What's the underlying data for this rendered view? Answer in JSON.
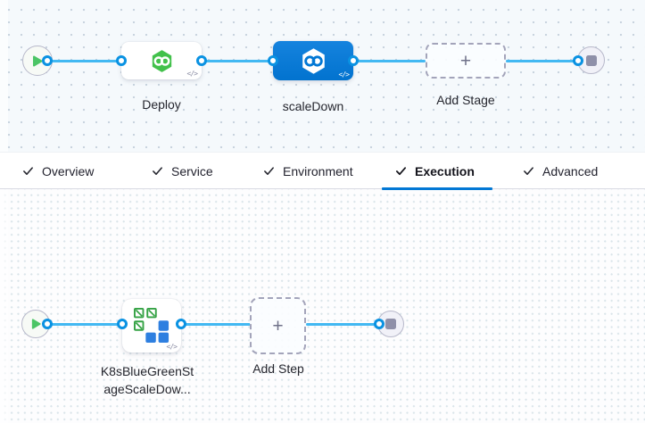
{
  "colors": {
    "selected_stage_blue": "#0278d5",
    "connector_line_blue": "#42b8f2",
    "port_ring_blue": "#0a92e2",
    "active_tab_underline": "#0278d5",
    "harness_cd_green": "#42c14b",
    "k8s_icon_green": "#34a244",
    "k8s_icon_blue": "#2e7fe0",
    "start_play_green": "#4cc566",
    "end_square_gray": "#8f90a9",
    "canvas_top_bg": "#f5f9fc",
    "canvas_bottom_bg": "#fdfdfe",
    "text_primary": "#22222e"
  },
  "icons": {
    "tab_check": "✓",
    "plus": "+",
    "code_badge": "</>",
    "start": "play-icon",
    "end": "stop-square-icon",
    "deploy_stage": "cd-hexagon-infinity-green",
    "selected_stage": "cd-hexagon-infinity-white",
    "step": "k8s-blue-green-squares"
  },
  "stage_graph": {
    "stages": [
      {
        "label": "Deploy",
        "selected": false
      },
      {
        "label": "scaleDown",
        "selected": true
      }
    ],
    "add_stage_label": "Add Stage"
  },
  "tabs": {
    "items": [
      {
        "label": "Overview",
        "checked": true,
        "active": false
      },
      {
        "label": "Service",
        "checked": true,
        "active": false
      },
      {
        "label": "Environment",
        "checked": true,
        "active": false
      },
      {
        "label": "Execution",
        "checked": true,
        "active": true
      },
      {
        "label": "Advanced",
        "checked": true,
        "active": false
      }
    ]
  },
  "step_graph": {
    "step_label_line1": "K8sBlueGreenSt",
    "step_label_line2": "ageScaleDow...",
    "add_step_label": "Add Step"
  }
}
